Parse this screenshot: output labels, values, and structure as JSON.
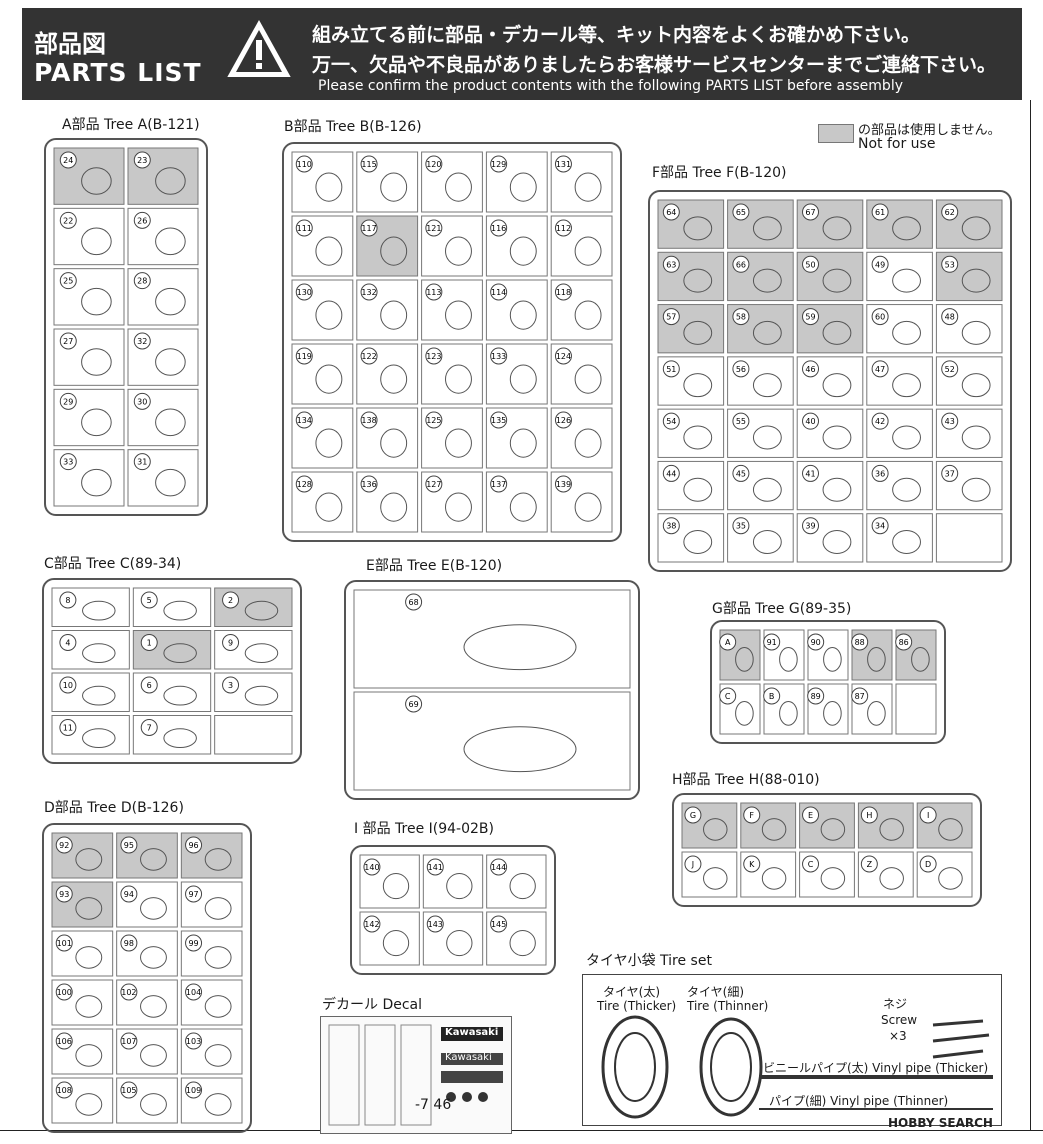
{
  "header": {
    "title_jp": "部品図",
    "title_en": "PARTS LIST",
    "notice_jp_line1": "組み立てる前に部品・デカール等、キット内容をよくお確かめ下さい。",
    "notice_jp_line2": "万一、欠品や不良品がありましたらお客様サービスセンターまでご連絡下さい。",
    "notice_en": "Please confirm the product contents with the following PARTS LIST before assembly",
    "warning_icon": "warning-triangle-icon"
  },
  "legend": {
    "jp": "の部品は使用しません。",
    "en": "Not for use",
    "color": "#c8c8c8"
  },
  "trees": {
    "a": {
      "label": "A部品 Tree A(B-121)",
      "parts": [
        "24",
        "23",
        "22",
        "26",
        "25",
        "28",
        "27",
        "32",
        "29",
        "30",
        "33",
        "31"
      ]
    },
    "b": {
      "label": "B部品 Tree B(B-126)",
      "parts": [
        "110",
        "115",
        "120",
        "129",
        "131",
        "111",
        "117",
        "121",
        "116",
        "112",
        "130",
        "132",
        "113",
        "114",
        "118",
        "119",
        "122",
        "123",
        "133",
        "124",
        "134",
        "138",
        "125",
        "135",
        "126",
        "128",
        "136",
        "127",
        "137",
        "139"
      ]
    },
    "c": {
      "label": "C部品 Tree C(89-34)",
      "parts": [
        "8",
        "5",
        "2",
        "4",
        "1",
        "9",
        "10",
        "6",
        "3",
        "11",
        "7"
      ]
    },
    "d": {
      "label": "D部品 Tree D(B-126)",
      "parts": [
        "92",
        "95",
        "96",
        "93",
        "94",
        "97",
        "101",
        "98",
        "99",
        "100",
        "102",
        "104",
        "106",
        "107",
        "103",
        "108",
        "105",
        "109"
      ]
    },
    "e": {
      "label": "E部品 Tree E(B-120)",
      "parts": [
        "68",
        "69"
      ]
    },
    "f": {
      "label": "F部品 Tree F(B-120)",
      "parts": [
        "64",
        "65",
        "67",
        "61",
        "62",
        "63",
        "66",
        "50",
        "49",
        "53",
        "57",
        "58",
        "59",
        "60",
        "48",
        "51",
        "56",
        "46",
        "47",
        "52",
        "54",
        "55",
        "40",
        "42",
        "43",
        "44",
        "45",
        "41",
        "36",
        "37",
        "38",
        "35",
        "39",
        "34"
      ]
    },
    "g": {
      "label": "G部品 Tree G(89-35)",
      "parts": [
        "A",
        "91",
        "90",
        "88",
        "86",
        "C",
        "B",
        "89",
        "87"
      ]
    },
    "h": {
      "label": "H部品 Tree H(88-010)",
      "parts": [
        "G",
        "F",
        "E",
        "H",
        "I",
        "J",
        "K",
        "C",
        "Z",
        "D"
      ]
    },
    "i": {
      "label": "I 部品 Tree I(94-02B)",
      "parts": [
        "140",
        "141",
        "144",
        "142",
        "143",
        "145"
      ]
    }
  },
  "decal": {
    "label": "デカール Decal",
    "brand1": "Kawasaki",
    "brand2": "Kawasaki",
    "number": "-7 46"
  },
  "tire_set": {
    "label": "タイヤ小袋 Tire set",
    "thick_jp": "タイヤ(太)",
    "thick_en": "Tire (Thicker)",
    "thin_jp": "タイヤ(細)",
    "thin_en": "Tire (Thinner)",
    "screw_jp": "ネジ",
    "screw_en": "Screw",
    "screw_qty": "×3",
    "pipe_thick": "ビニールパイプ(太) Vinyl pipe (Thicker)",
    "pipe_thin": "パイプ(細) Vinyl pipe (Thinner)"
  },
  "watermark": "HOBBY SEARCH"
}
